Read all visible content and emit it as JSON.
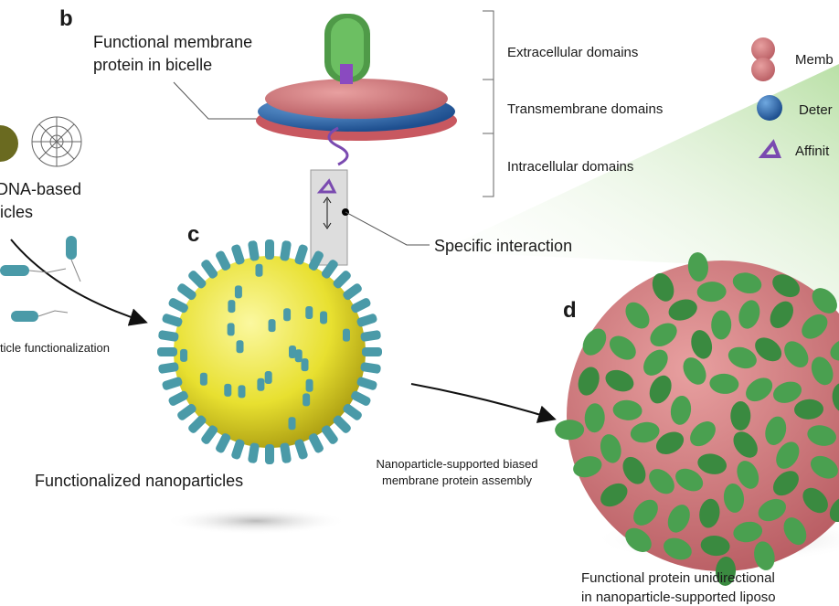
{
  "panels": {
    "b": "b",
    "c": "c",
    "d": "d"
  },
  "bicelle_label": [
    "Functional membrane",
    "protein in bicelle"
  ],
  "domains": {
    "extracellular": "Extracellular domains",
    "transmembrane": "Transmembrane domains",
    "intracellular": "Intracellular domains"
  },
  "legend": {
    "membrane": "Memb",
    "detergent": "Deter",
    "affinity": "Affinit"
  },
  "specific_interaction": "Specific interaction",
  "left_labels": [
    "DNA-based",
    "icles",
    "ticle functionalization"
  ],
  "functionalized_nanoparticles": "Functionalized nanoparticles",
  "assembly_label": [
    "Nanoparticle-supported biased",
    "membrane protein assembly"
  ],
  "liposome_label": [
    "Functional protein unidirectional",
    "in nanoparticle-supported liposo"
  ],
  "colors": {
    "yellow": "#e8e030",
    "teal": "#4a9aa8",
    "pink": "#d9787c",
    "blue": "#2f6fb0",
    "green": "#3f9a4a",
    "purple": "#7a4ab0"
  }
}
